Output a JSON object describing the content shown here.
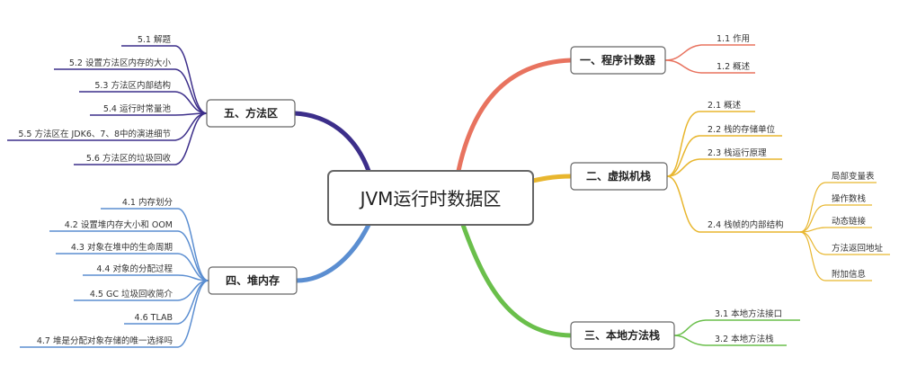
{
  "root": {
    "label": "JVM运行时数据区"
  },
  "colors": {
    "branch1": "#e8735f",
    "branch2": "#e8b62e",
    "branch3": "#6abf4b",
    "branch4": "#5b8ed1",
    "branch5": "#3c2e8a"
  },
  "branches": [
    {
      "label": "一、程序计数器",
      "children": [
        "1.1 作用",
        "1.2 概述"
      ]
    },
    {
      "label": "二、虚拟机栈",
      "children": [
        "2.1 概述",
        "2.2 栈的存储单位",
        "2.3 栈运行原理",
        "2.4 栈帧的内部结构"
      ],
      "subchildren": [
        "局部变量表",
        "操作数栈",
        "动态链接",
        "方法返回地址",
        "附加信息"
      ]
    },
    {
      "label": "三、本地方法栈",
      "children": [
        "3.1 本地方法接口",
        "3.2 本地方法栈"
      ]
    },
    {
      "label": "四、堆内存",
      "children": [
        "4.1 内存划分",
        "4.2 设置堆内存大小和 OOM",
        "4.3 对象在堆中的生命周期",
        "4.4 对象的分配过程",
        "4.5 GC 垃圾回收简介",
        "4.6 TLAB",
        "4.7 堆是分配对象存储的唯一选择吗"
      ]
    },
    {
      "label": "五、方法区",
      "children": [
        "5.1 解题",
        "5.2 设置方法区内存的大小",
        "5.3 方法区内部结构",
        "5.4 运行时常量池",
        "5.5 方法区在 JDK6、7、8中的演进细节",
        "5.6 方法区的垃圾回收"
      ]
    }
  ]
}
